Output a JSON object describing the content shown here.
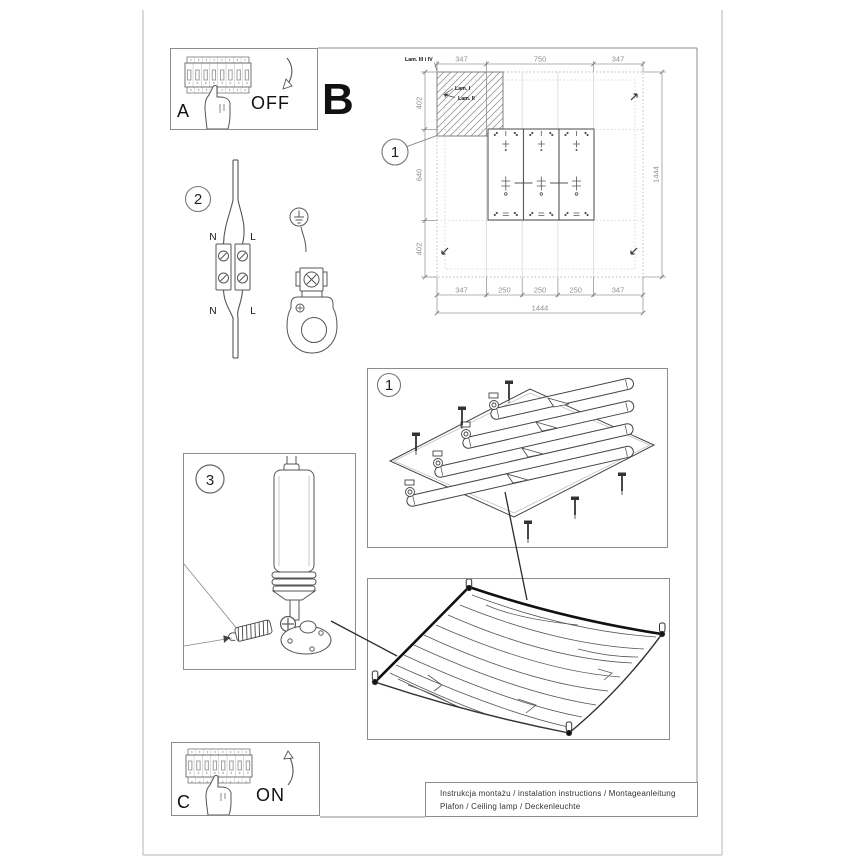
{
  "sheet": {
    "panel_a": {
      "label": "A",
      "action": "OFF"
    },
    "panel_b": {
      "letter": "B",
      "callout": "1",
      "plan": {
        "dims_top": [
          "347",
          "750",
          "347"
        ],
        "dims_left": [
          "402",
          "640",
          "402"
        ],
        "dim_right": "1444",
        "dims_bottom": [
          "347",
          "250",
          "250",
          "250",
          "347"
        ],
        "dim_total": "1444",
        "label_corner": "Lam. III i IV",
        "label_lamp1": "Lam. I",
        "label_lamp2": "Lam. II"
      }
    },
    "panel_wiring": {
      "callout": "2",
      "labels": {
        "n_top": "N",
        "l_top": "L",
        "n_bottom": "N",
        "l_bottom": "L"
      }
    },
    "panel_exploded": {
      "callout": "1"
    },
    "panel_tensioner": {
      "callout": "3"
    },
    "panel_c": {
      "label": "C",
      "action": "ON"
    },
    "caption": {
      "line1": "Instrukcja montażu / instalation instructions / Montageanleitung",
      "line2": "Plafon / Ceiling lamp / Deckenleuchte"
    },
    "colors": {
      "page_line": "#b5b5b5",
      "frame_line": "#8c8c8c",
      "ink": "#1a1a1a",
      "dim_text": "#8f8f8f",
      "dotted_line": "#c8c8c8"
    }
  }
}
